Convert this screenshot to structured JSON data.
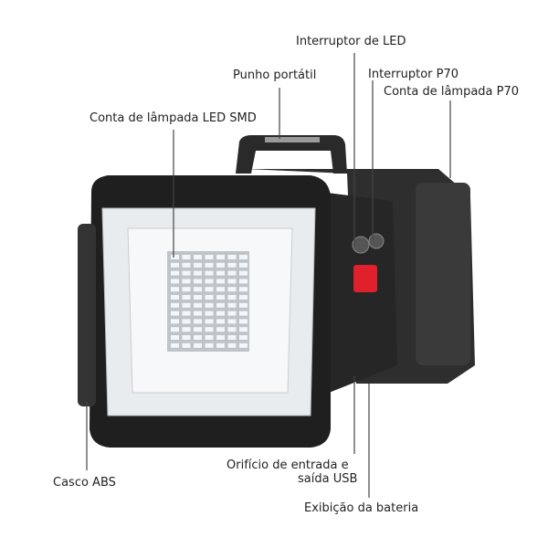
{
  "labels": {
    "led_switch": "Interruptor de LED",
    "handle": "Punho portátil",
    "p70_switch": "Interruptor P70",
    "p70_bead": "Conta de lâmpada P70",
    "smd_bead": "Conta de lâmpada LED SMD",
    "shell": "Casco ABS",
    "usb_line1": "Orifício de entrada e",
    "usb_line2": "saída USB",
    "battery": "Exibição da bateria"
  },
  "colors": {
    "body": "#2b2b2b",
    "display": "#e0202a",
    "line": "#444444"
  }
}
